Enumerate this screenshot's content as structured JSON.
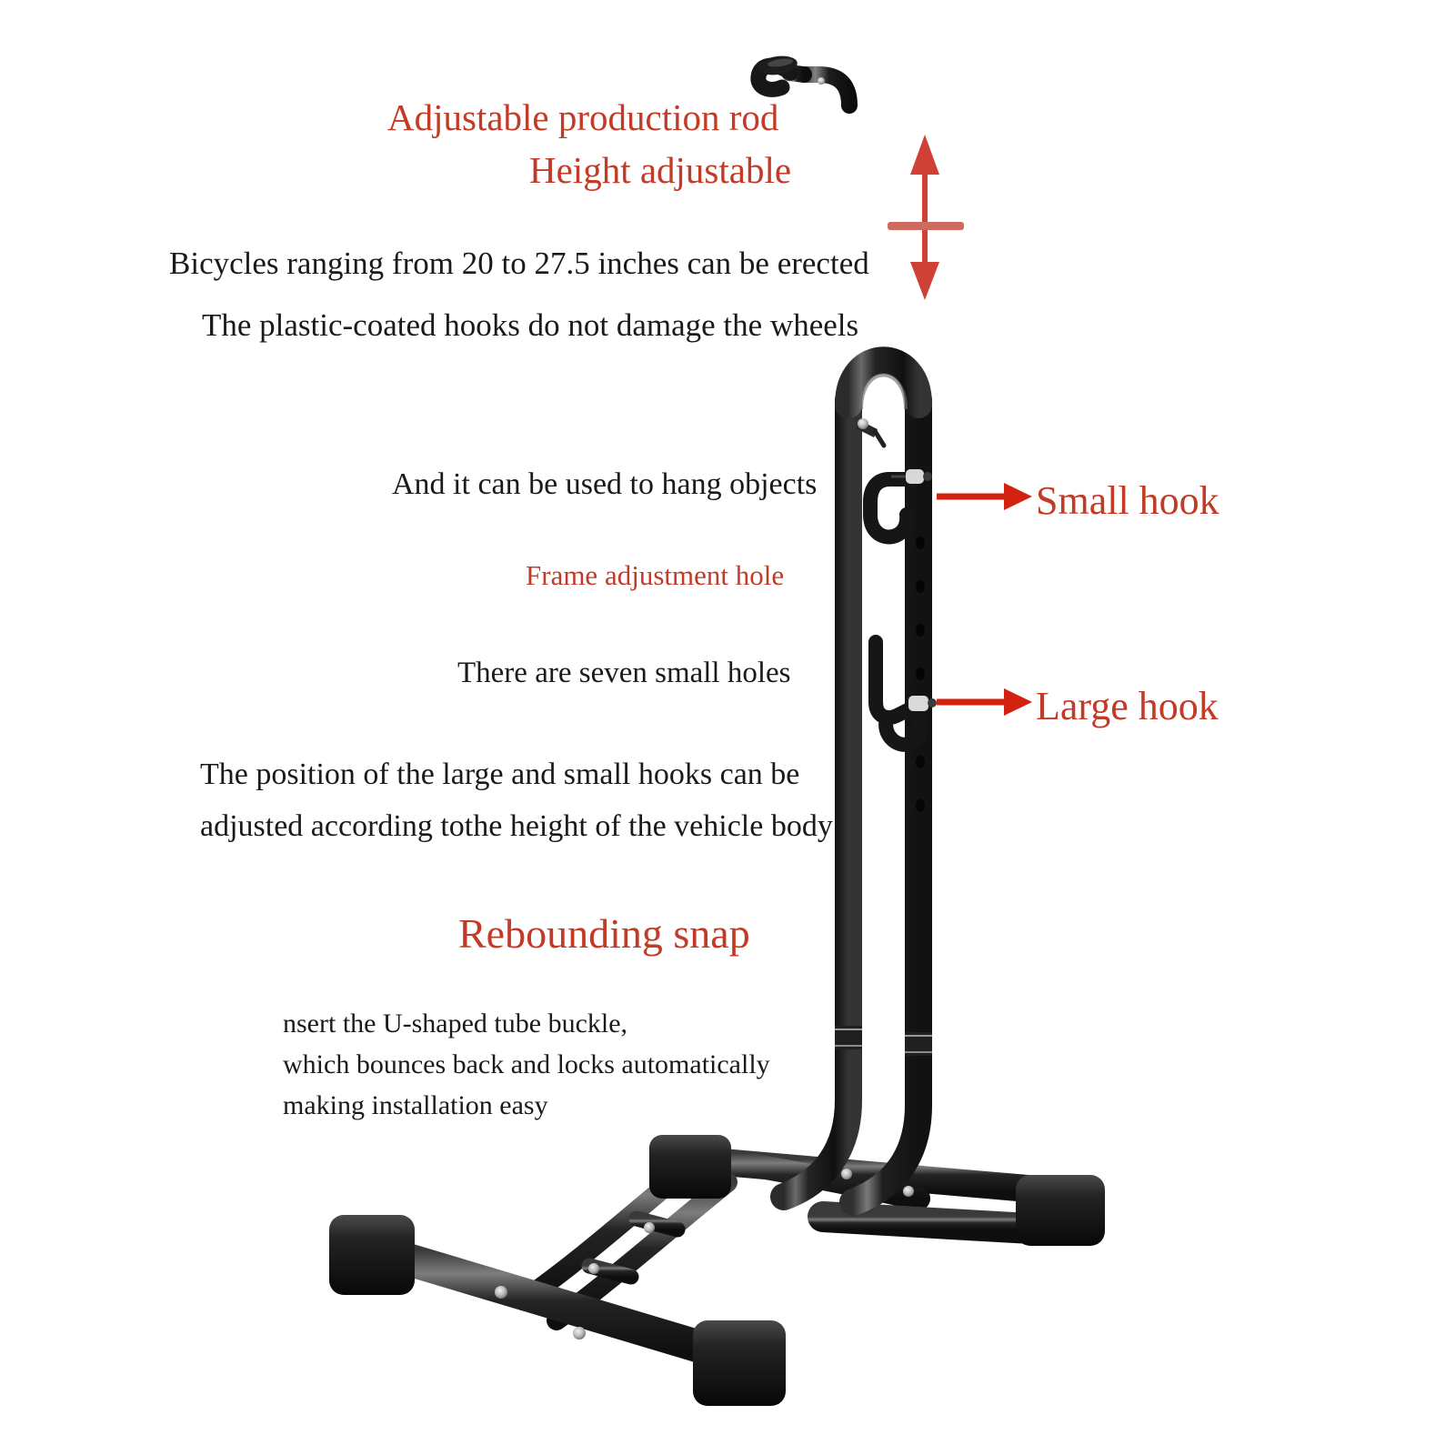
{
  "page": {
    "background_color": "#ffffff",
    "text_color": "#1a1a1a",
    "accent_color": "#c33a26",
    "product": "bicycle floor parking stand"
  },
  "annotations": {
    "adjustable_rod_line1": "Adjustable production rod",
    "adjustable_rod_line2": "Height adjustable",
    "bicycle_range": "Bicycles ranging from 20 to 27.5 inches can be erected",
    "plastic_coated_hooks": "The plastic-coated hooks do not damage the wheels",
    "hang_objects": "And it can be used to hang objects",
    "frame_adjustment_hole": "Frame adjustment hole",
    "seven_small_holes": "There are seven small holes",
    "hook_position_line1": "The position of the large and small hooks can be",
    "hook_position_line2": "adjusted according tothe height of the vehicle body",
    "rebounding_snap": "Rebounding snap",
    "install_line1": "nsert the U-shaped tube buckle,",
    "install_line2": "which bounces back and locks automatically",
    "install_line3": "making installation easy",
    "small_hook_label": "Small hook",
    "large_hook_label": "Large hook"
  },
  "icons": {
    "height_arrow": "double-headed-vertical-arrow-icon",
    "small_hook_arrow": "arrow-right-icon",
    "large_hook_arrow": "arrow-right-icon"
  },
  "colors": {
    "accent_red": "#c33a26",
    "arrow_red": "#d32210",
    "tube_black": "#1c1c1c",
    "tube_highlight": "#5d5d5d",
    "cap_black": "#151515",
    "rivet_silver": "#cfcfcf"
  }
}
